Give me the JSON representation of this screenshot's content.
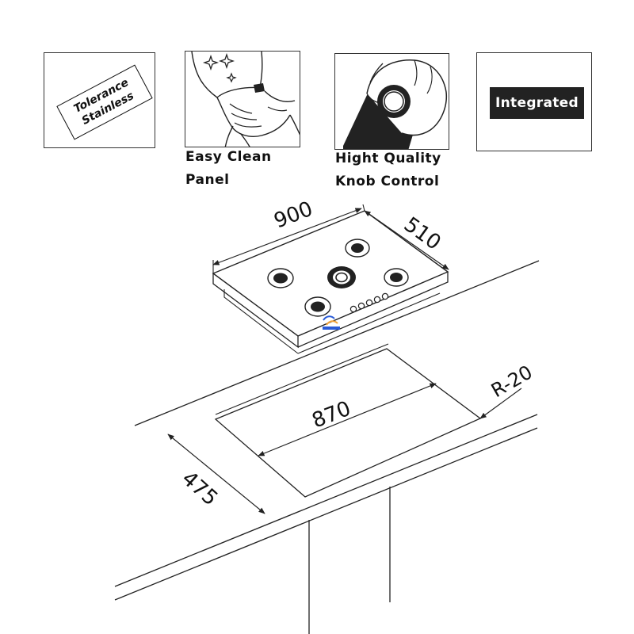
{
  "features": {
    "tolerance": {
      "line1": "Tolerance",
      "line2": "Stainless"
    },
    "easy_clean": {
      "line1": "Easy Clean",
      "line2": "Panel"
    },
    "knob": {
      "line1": "Hight Quality",
      "line2": "Knob Control"
    },
    "integrated": {
      "label": "Integrated"
    }
  },
  "dimensions": {
    "hob_width": "900",
    "hob_depth": "510",
    "cutout_width": "870",
    "cutout_depth": "475",
    "corner_radius": "R-20"
  },
  "colors": {
    "line": "#222222",
    "badge": "#222222",
    "brand_blue": "#2a5bd7",
    "brand_orange": "#f2a33a"
  }
}
